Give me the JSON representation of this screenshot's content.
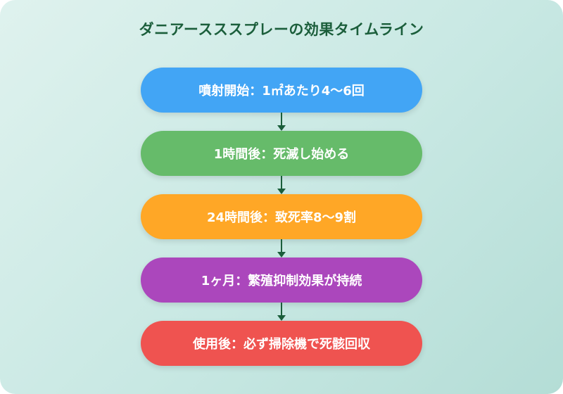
{
  "title": "ダニアースススプレーの効果タイムライン",
  "steps": [
    {
      "label": "噴射開始：1㎡あたり4〜6回",
      "color": "#42a5f5"
    },
    {
      "label": "1時間後：死滅し始める",
      "color": "#66bb6a"
    },
    {
      "label": "24時間後：致死率8〜9割",
      "color": "#ffa726"
    },
    {
      "label": "1ヶ月：繁殖抑制効果が持続",
      "color": "#ab47bc"
    },
    {
      "label": "使用後：必ず掃除機で死骸回収",
      "color": "#ef5350"
    }
  ],
  "arrow_color": "#1b5e3b"
}
